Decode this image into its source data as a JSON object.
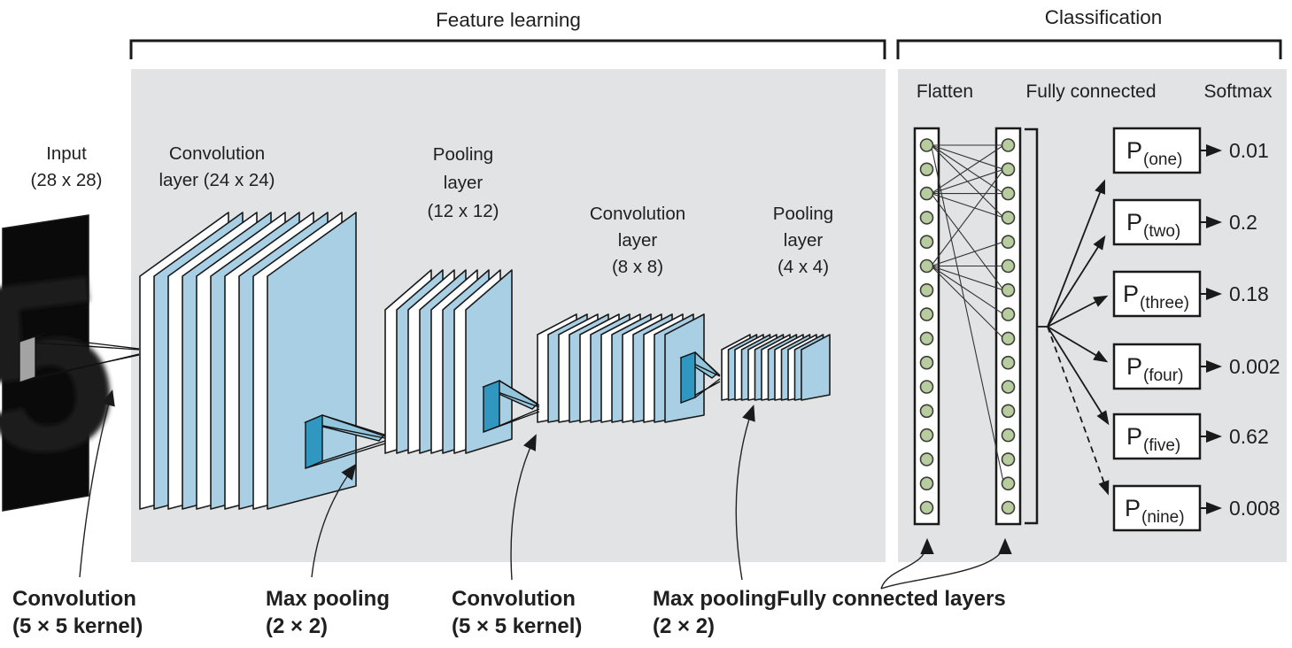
{
  "titles": {
    "feature": "Feature learning",
    "classification": "Classification"
  },
  "input": {
    "line1": "Input",
    "line2": "(28 x 28)",
    "digit": "5"
  },
  "layers": [
    {
      "lines": [
        "Convolution",
        "layer (24 x 24)"
      ]
    },
    {
      "lines": [
        "Pooling",
        "layer",
        "(12 x 12)"
      ]
    },
    {
      "lines": [
        "Convolution",
        "layer",
        "(8 x 8)"
      ]
    },
    {
      "lines": [
        "Pooling",
        "layer",
        "(4 x 4)"
      ]
    }
  ],
  "classification_headers": {
    "flatten": "Flatten",
    "fully_connected": "Fully connected",
    "softmax": "Softmax"
  },
  "outputs": [
    {
      "p": "P",
      "sub": "(one)",
      "value": "0.01"
    },
    {
      "p": "P",
      "sub": "(two)",
      "value": "0.2"
    },
    {
      "p": "P",
      "sub": "(three)",
      "value": "0.18"
    },
    {
      "p": "P",
      "sub": "(four)",
      "value": "0.002"
    },
    {
      "p": "P",
      "sub": "(five)",
      "value": "0.62"
    },
    {
      "p": "P",
      "sub": "(nine)",
      "value": "0.008"
    }
  ],
  "annotations": [
    {
      "line1": "Convolution",
      "line2": "(5 × 5 kernel)"
    },
    {
      "line1": "Max pooling",
      "line2": "(2 × 2)"
    },
    {
      "line1": "Convolution",
      "line2": "(5 × 5 kernel)"
    },
    {
      "line1": "Max pooling",
      "line2": "(2 × 2)"
    },
    {
      "line1": "Fully connected layers",
      "line2": ""
    }
  ],
  "colors": {
    "panel_gray": "#e2e3e4",
    "sheet_blue": "#a8cfe4",
    "sheet_white": "#ffffff",
    "kernel_dark_blue": "#2f97c0",
    "kernel_light_blue": "#93c6dd",
    "node_green": "#b8cd9e",
    "outline_black": "#1a1a1a"
  }
}
